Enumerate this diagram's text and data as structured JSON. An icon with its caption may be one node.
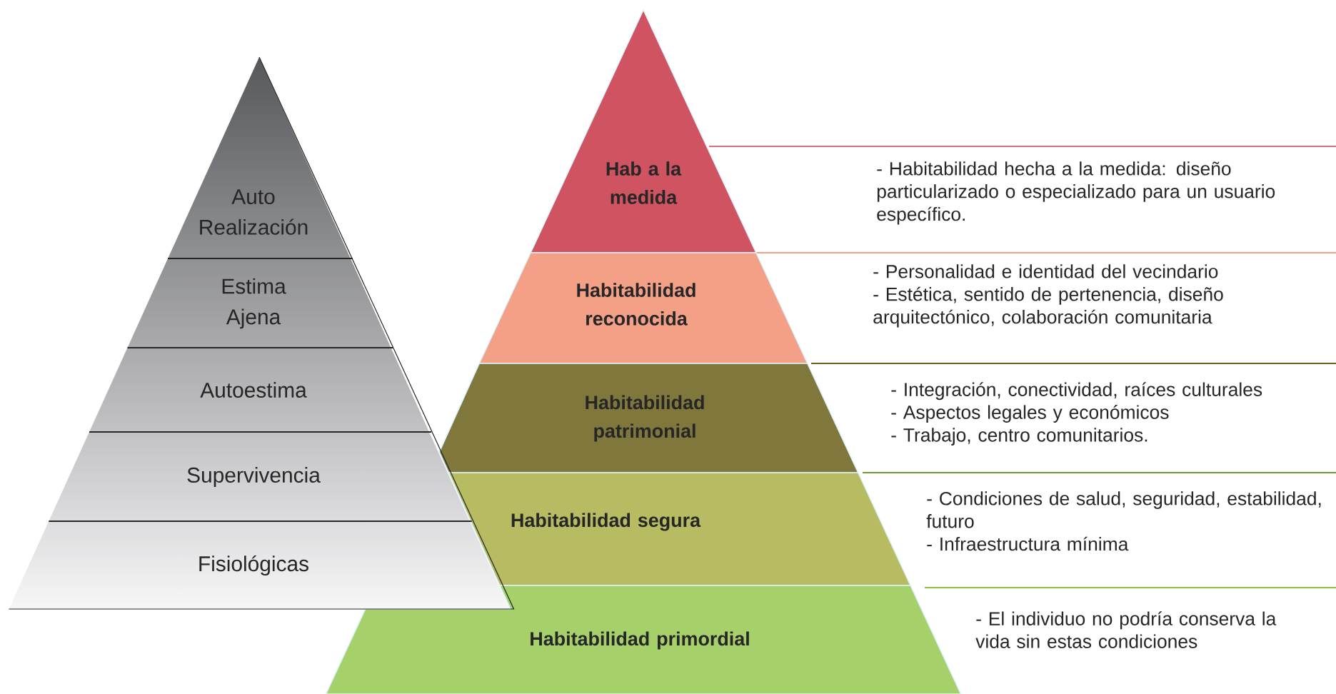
{
  "diagram": {
    "nodes": [
      {
        "text": [
          "Auto Realización"
        ]
      },
      {
        "text": [
          "Estima Ajena"
        ]
      },
      {
        "text": [
          "Autoestima"
        ]
      },
      {
        "text": [
          "Supervivencia"
        ]
      },
      {
        "text": [
          "Fisiológicas"
        ]
      },
      {
        "text": [
          "Hab a la medida"
        ]
      },
      {
        "text": [
          "Habitabilidad reconocida"
        ],
        "beside": [
          "- Personalidad e identidad del vecindario",
          "- Estética, sentido de pertenencia, diseño arquitectónico, colaboración comunitaria"
        ]
      },
      {
        "text": [
          "Habitabilidad patrimonial"
        ],
        "beside": [
          "- Integración, conectividad, raíces culturales",
          "- Aspectos legales y económicos",
          "- Trabajo, centro comunitarios."
        ]
      },
      {
        "text": [
          "Habitabilidad segura"
        ],
        "beside": [
          "- Condiciones de salud, seguridad, estabilidad, futuro",
          "- Infraestructura mínima"
        ]
      },
      {
        "text": [
          "Habitabilidad primordial"
        ],
        "beside": [
          "- El individuo no podría conserva la vida sin estas condiciones"
        ]
      }
    ],
    "labels": [
      "- Habitabilidad hecha a la medida: diseño particularizado o especializado para un usuario específico."
    ]
  }
}
